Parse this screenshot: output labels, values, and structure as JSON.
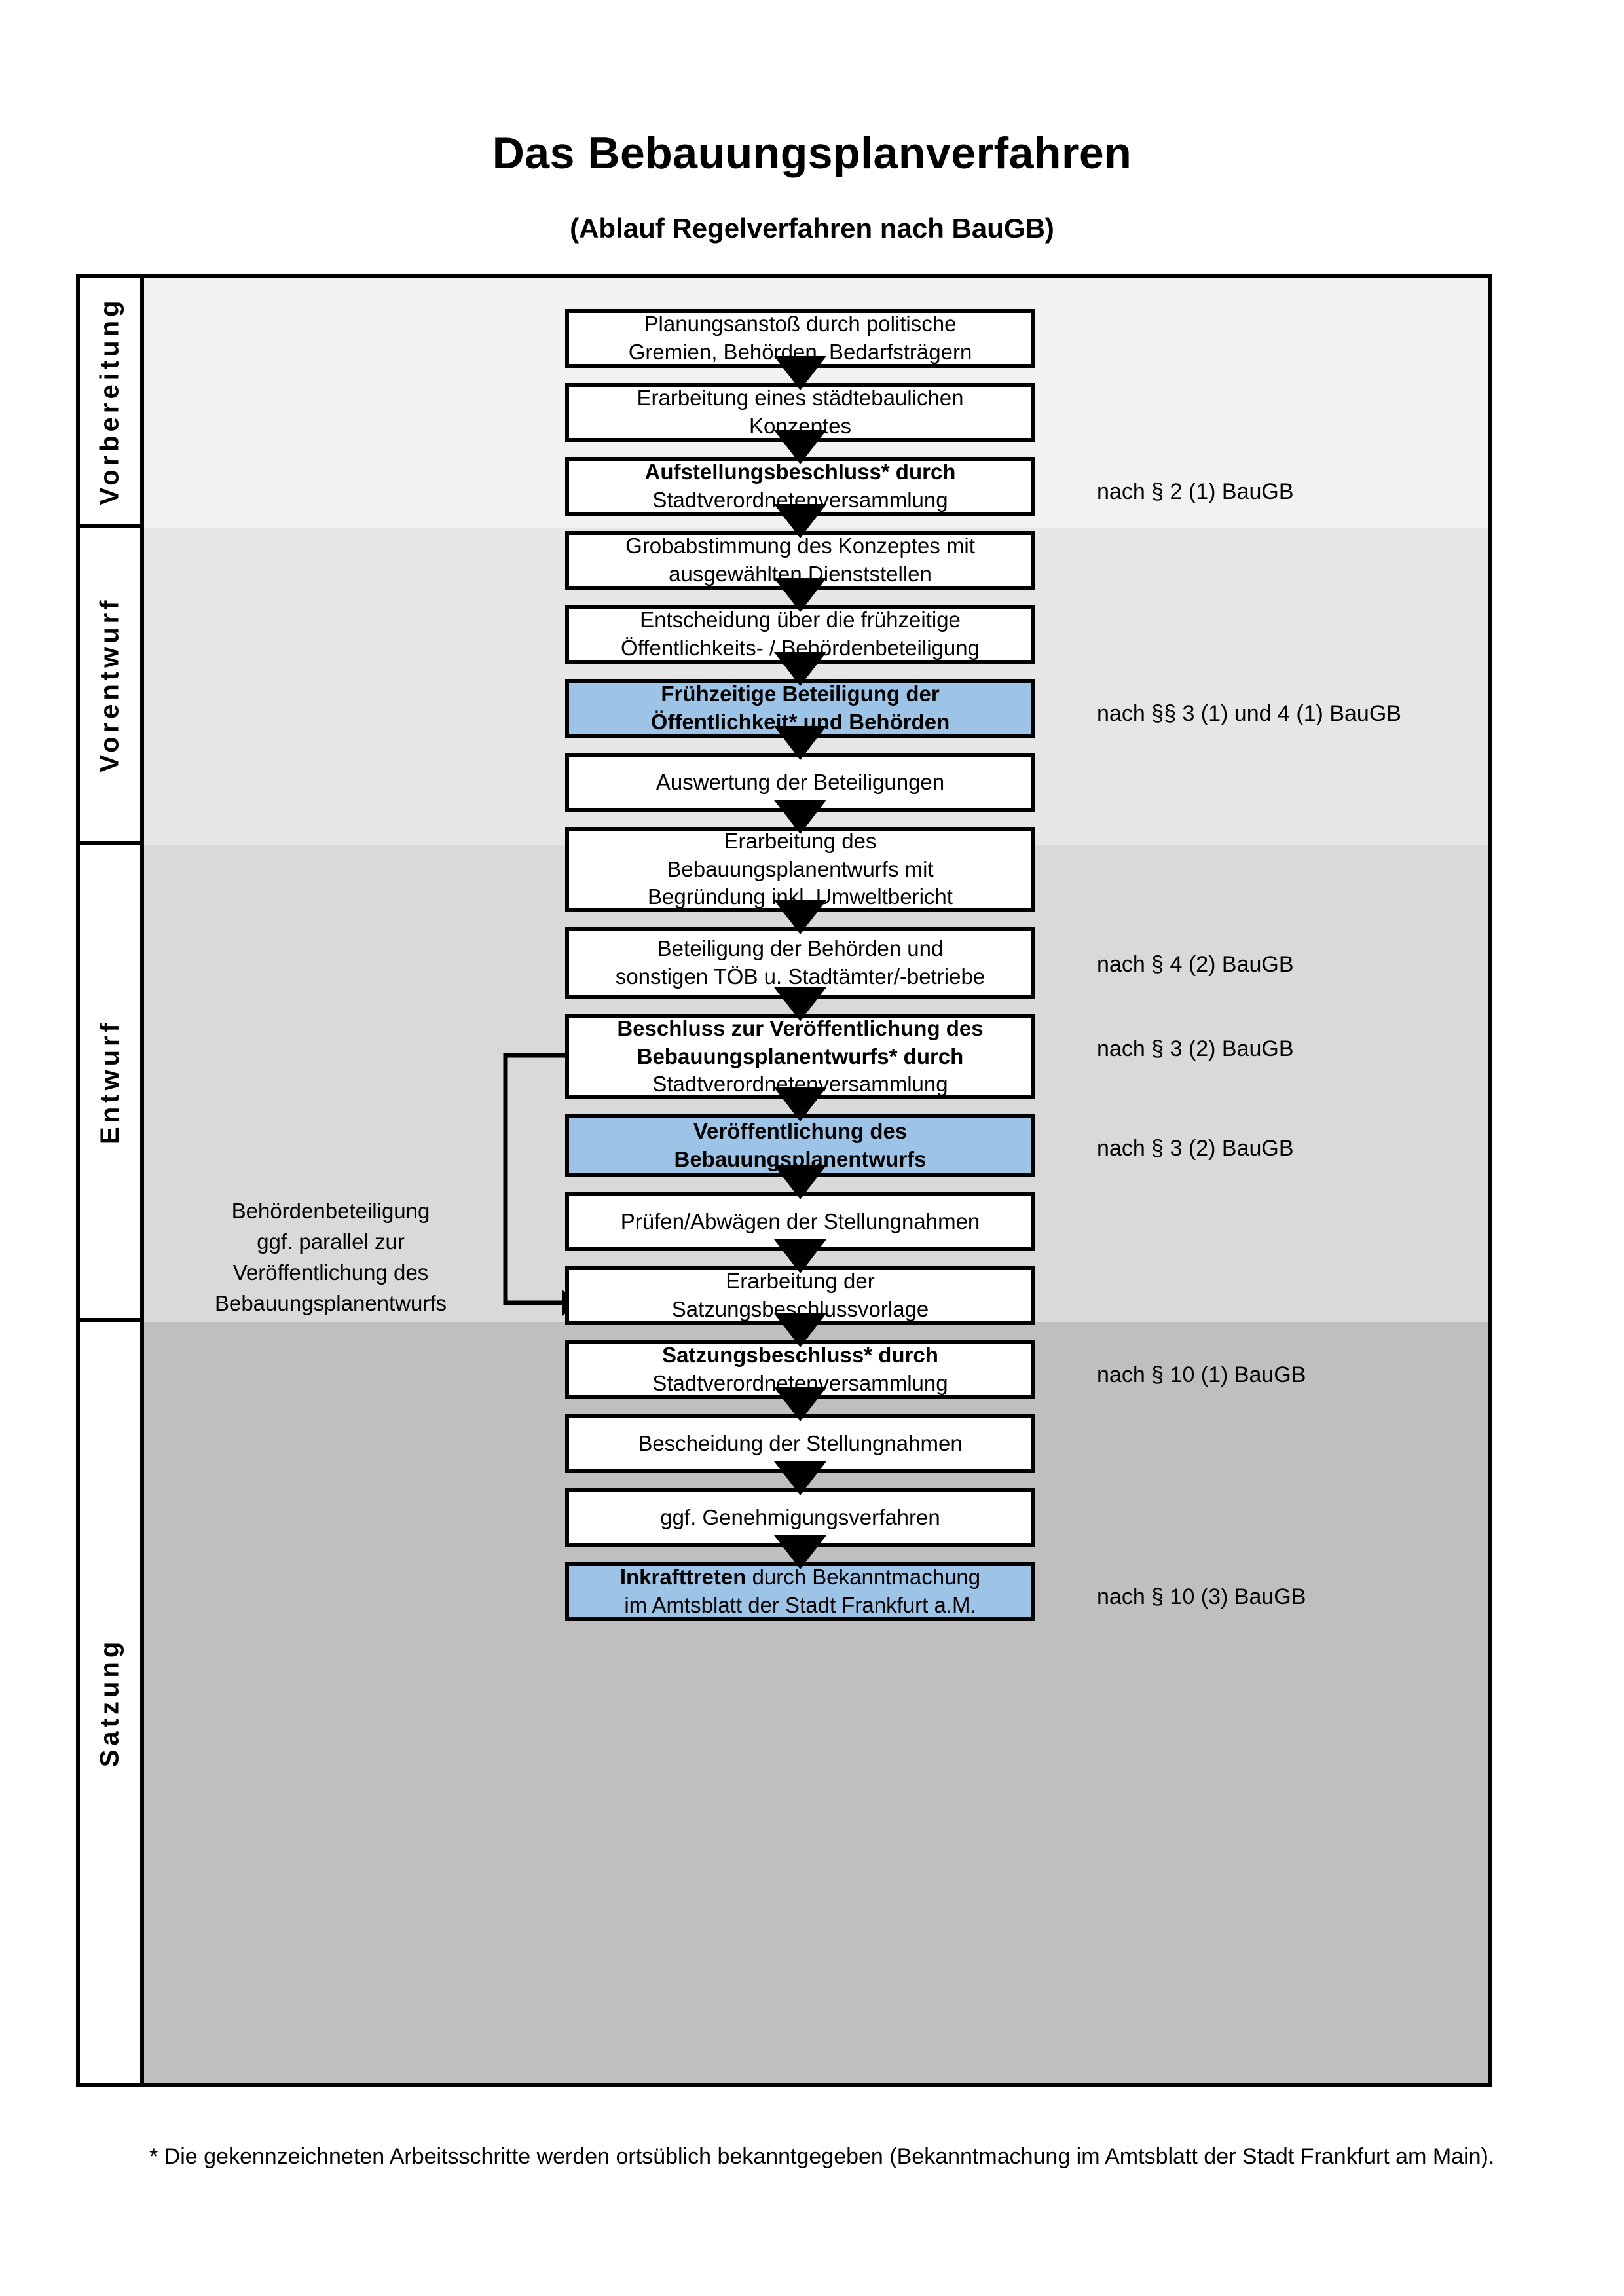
{
  "document": {
    "title": "Das Bebauungsplanverfahren",
    "subtitle": "(Ablauf Regelverfahren nach BauGB)",
    "footnote": "* Die gekennzeichneten Arbeitsschritte werden ortsüblich bekanntgegeben (Bekanntmachung im Amtsblatt  der Stadt Frankfurt am Main)."
  },
  "colors": {
    "highlight_blue": "#9DC3E6",
    "band_vorbereitung": "#F2F2F2",
    "band_vorentwurf": "#E6E6E6",
    "band_entwurf": "#D9D9D9",
    "band_satzung": "#BFBFBF",
    "box_border": "#000000",
    "box_fill": "#FFFFFF"
  },
  "phases": [
    {
      "label": "Vorbereitung"
    },
    {
      "label": "Vorentwurf"
    },
    {
      "label": "Entwurf"
    },
    {
      "label": "Satzung"
    }
  ],
  "steps": [
    {
      "id": "planungsanstoss",
      "phase": "Vorbereitung",
      "highlight": false,
      "lines": [
        {
          "text": "Planungsanstoß durch politische",
          "bold": false
        },
        {
          "text": "Gremien, Behörden, Bedarfsträgern",
          "bold": false
        }
      ]
    },
    {
      "id": "konzept",
      "phase": "Vorbereitung",
      "highlight": false,
      "lines": [
        {
          "text": "Erarbeitung eines städtebaulichen",
          "bold": false
        },
        {
          "text": "Konzeptes",
          "bold": false
        }
      ]
    },
    {
      "id": "aufstellungsbeschluss",
      "phase": "Vorbereitung",
      "highlight": false,
      "lines": [
        {
          "text": "Aufstellungsbeschluss* durch",
          "bold": true
        },
        {
          "text": "Stadtverordnetenversammlung",
          "bold": false
        }
      ]
    },
    {
      "id": "grobabstimmung",
      "phase": "Vorentwurf",
      "highlight": false,
      "lines": [
        {
          "text": "Grobabstimmung des Konzeptes mit",
          "bold": false
        },
        {
          "text": "ausgewählten Dienststellen",
          "bold": false
        }
      ]
    },
    {
      "id": "entscheidung-fruehzeitig",
      "phase": "Vorentwurf",
      "highlight": false,
      "lines": [
        {
          "text": "Entscheidung über die frühzeitige",
          "bold": false
        },
        {
          "text": "Öffentlichkeits- / Behördenbeteiligung",
          "bold": false
        }
      ]
    },
    {
      "id": "fruehzeitige-beteiligung",
      "phase": "Vorentwurf",
      "highlight": true,
      "lines": [
        {
          "text": "Frühzeitige Beteiligung der",
          "bold": true
        },
        {
          "text": "Öffentlichkeit* und Behörden",
          "bold": true
        }
      ]
    },
    {
      "id": "auswertung",
      "phase": "Entwurf",
      "highlight": false,
      "lines": [
        {
          "text": "Auswertung der Beteiligungen",
          "bold": false
        }
      ]
    },
    {
      "id": "erarbeitung-entwurf",
      "phase": "Entwurf",
      "highlight": false,
      "lines": [
        {
          "text": "Erarbeitung des",
          "bold": false
        },
        {
          "text": "Bebauungsplanentwurfs mit",
          "bold": false
        },
        {
          "text": "Begründung inkl. Umweltbericht",
          "bold": false
        }
      ]
    },
    {
      "id": "beteiligung-behoerden",
      "phase": "Entwurf",
      "highlight": false,
      "lines": [
        {
          "text": "Beteiligung der Behörden und",
          "bold": false
        },
        {
          "text": "sonstigen TÖB u. Stadtämter/-betriebe",
          "bold": false
        }
      ]
    },
    {
      "id": "beschluss-veroeffentlichung",
      "phase": "Entwurf",
      "highlight": false,
      "lines": [
        {
          "text": "Beschluss zur Veröffentlichung des",
          "bold": true
        },
        {
          "text": "Bebauungsplanentwurfs* durch",
          "bold": true
        },
        {
          "text": "Stadtverordnetenversammlung",
          "bold": false
        }
      ]
    },
    {
      "id": "veroeffentlichung",
      "phase": "Entwurf",
      "highlight": true,
      "lines": [
        {
          "text": "Veröffentlichung des",
          "bold": true
        },
        {
          "text": "Bebauungsplanentwurfs",
          "bold": true
        }
      ]
    },
    {
      "id": "pruefen-abwaegen",
      "phase": "Satzung",
      "highlight": false,
      "lines": [
        {
          "text": "Prüfen/Abwägen der Stellungnahmen",
          "bold": false
        }
      ]
    },
    {
      "id": "satzungsbeschlussvorlage",
      "phase": "Satzung",
      "highlight": false,
      "lines": [
        {
          "text": "Erarbeitung der",
          "bold": false
        },
        {
          "text": "Satzungsbeschlussvorlage",
          "bold": false
        }
      ]
    },
    {
      "id": "satzungsbeschluss",
      "phase": "Satzung",
      "highlight": false,
      "lines": [
        {
          "text": "Satzungsbeschluss* durch",
          "bold": true
        },
        {
          "text": "Stadtverordnetenversammlung",
          "bold": false
        }
      ]
    },
    {
      "id": "bescheidung",
      "phase": "Satzung",
      "highlight": false,
      "lines": [
        {
          "text": "Bescheidung der Stellungnahmen",
          "bold": false
        }
      ]
    },
    {
      "id": "genehmigungsverfahren",
      "phase": "Satzung",
      "highlight": false,
      "lines": [
        {
          "text": "ggf. Genehmigungsverfahren",
          "bold": false
        }
      ]
    },
    {
      "id": "inkrafttreten",
      "phase": "Satzung",
      "highlight": true,
      "lines": [
        {
          "text": "Inkrafttreten durch Bekanntmachung",
          "bold": "partial"
        },
        {
          "text": "im Amtsblatt der Stadt Frankfurt a.M.",
          "bold": false
        }
      ]
    }
  ],
  "annotations": [
    {
      "id": "annot-par2",
      "text": "nach § 2 (1) BauGB"
    },
    {
      "id": "annot-par3-4",
      "text": "nach §§ 3 (1) und 4 (1) BauGB"
    },
    {
      "id": "annot-par4-2",
      "text": "nach § 4 (2) BauGB"
    },
    {
      "id": "annot-par3-2a",
      "text": "nach § 3 (2) BauGB"
    },
    {
      "id": "annot-par3-2b",
      "text": "nach § 3 (2) BauGB"
    },
    {
      "id": "annot-par10-1",
      "text": "nach § 10 (1) BauGB"
    },
    {
      "id": "annot-par10-3",
      "text": "nach § 10 (3) BauGB"
    }
  ],
  "sidenote": {
    "lines": [
      "Behördenbeteiligung",
      "ggf. parallel zur",
      "Veröffentlichung des",
      "Bebauungsplanentwurfs"
    ]
  }
}
